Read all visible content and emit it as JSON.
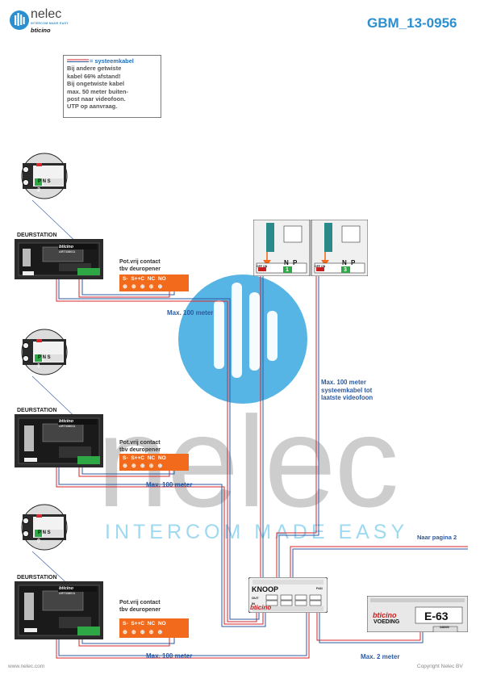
{
  "header": {
    "logo_brand": "nelec",
    "logo_tagline": "INTERCOM MADE EASY",
    "logo_sub": "bticino",
    "doc_id": "GBM_13-0956"
  },
  "legend": {
    "line1": "= systeemkabel",
    "line2": "Bij andere getwiste",
    "line3": "kabel 66% afstand!",
    "line4": "Bij ongetwiste kabel",
    "line5": "max. 50 meter buiten-",
    "line6": "post naar videofoon.",
    "line7": "UTP op aanvraag."
  },
  "stations": [
    {
      "label": "DEURSTATION",
      "address": "2",
      "model": "ART338011"
    },
    {
      "label": "DEURSTATION",
      "address": "1",
      "model": "ART338011"
    },
    {
      "label": "DEURSTATION",
      "address": "0",
      "model": "ART338011"
    }
  ],
  "switch_labels": [
    "P",
    "N",
    "S"
  ],
  "contact": {
    "title_line1": "Pot.vrij contact",
    "title_line2": "tbv deuropener",
    "terminals": [
      "S-",
      "S+",
      "C",
      "NC",
      "NO"
    ]
  },
  "cable_labels": {
    "d1": "Max. 100 meter",
    "d2": "Max. 100 meter",
    "d3": "Max. 100 meter",
    "video_line1": "Max. 100 meter",
    "video_line2": "systeemkabel tot",
    "video_line3": "laatste videofoon",
    "page2": "Naar pagina 2",
    "supply": "Max. 2 meter"
  },
  "monitors": [
    {
      "addr_labels": [
        "N",
        "P"
      ],
      "address": "1",
      "switch": "OFF ON"
    },
    {
      "addr_labels": [
        "N",
        "P"
      ],
      "address": "3",
      "switch": "OFF ON"
    }
  ],
  "knoop": {
    "title": "KNOOP",
    "brand": "bticino",
    "model": "F441",
    "out_label": "OUT",
    "in_label": "IN"
  },
  "voeding": {
    "brand": "bticino",
    "name": "E-63",
    "label": "VOEDING",
    "model": "346000"
  },
  "watermark": {
    "word": "nelec",
    "tagline": "INTERCOM MADE EASY"
  },
  "footer": {
    "left": "www.nelec.com",
    "right": "Copyright Nelec BV"
  },
  "colors": {
    "accent_blue": "#2b8fd0",
    "panel_orange": "#f26b1d",
    "cable_red": "#d9262b",
    "cable_blue": "#2c5aa0",
    "device_black": "#222222"
  }
}
